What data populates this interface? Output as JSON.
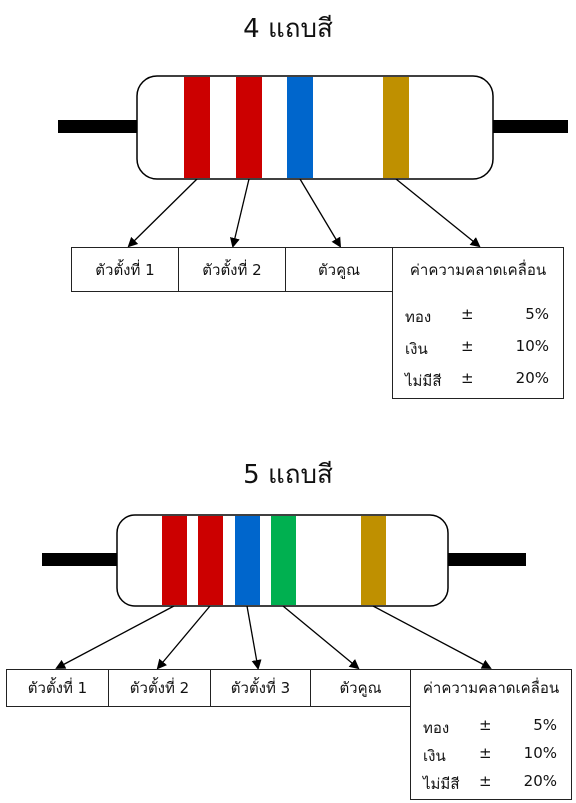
{
  "colors": {
    "red": "#cc0000",
    "blue": "#0066cc",
    "green": "#00b050",
    "gold": "#bf9000",
    "lead": "#000000",
    "body": "#ffffff"
  },
  "diagram_4": {
    "title": "4 แถบสี",
    "labels": [
      "ตัวตั้งที่ 1",
      "ตัวตั้งที่ 2",
      "ตัวคูณ",
      "ค่าความคลาดเคลื่อน"
    ],
    "tolerance": [
      {
        "name": "ทอง",
        "sign": "±",
        "value": "5%"
      },
      {
        "name": "เงิน",
        "sign": "±",
        "value": "10%"
      },
      {
        "name": "ไม่มีสี",
        "sign": "±",
        "value": "20%"
      }
    ]
  },
  "diagram_5": {
    "title": "5 แถบสี",
    "labels": [
      "ตัวตั้งที่ 1",
      "ตัวตั้งที่ 2",
      "ตัวตั้งที่ 3",
      "ตัวคูณ",
      "ค่าความคลาดเคลื่อน"
    ],
    "tolerance": [
      {
        "name": "ทอง",
        "sign": "±",
        "value": "5%"
      },
      {
        "name": "เงิน",
        "sign": "±",
        "value": "10%"
      },
      {
        "name": "ไม่มีสี",
        "sign": "±",
        "value": "20%"
      }
    ]
  }
}
